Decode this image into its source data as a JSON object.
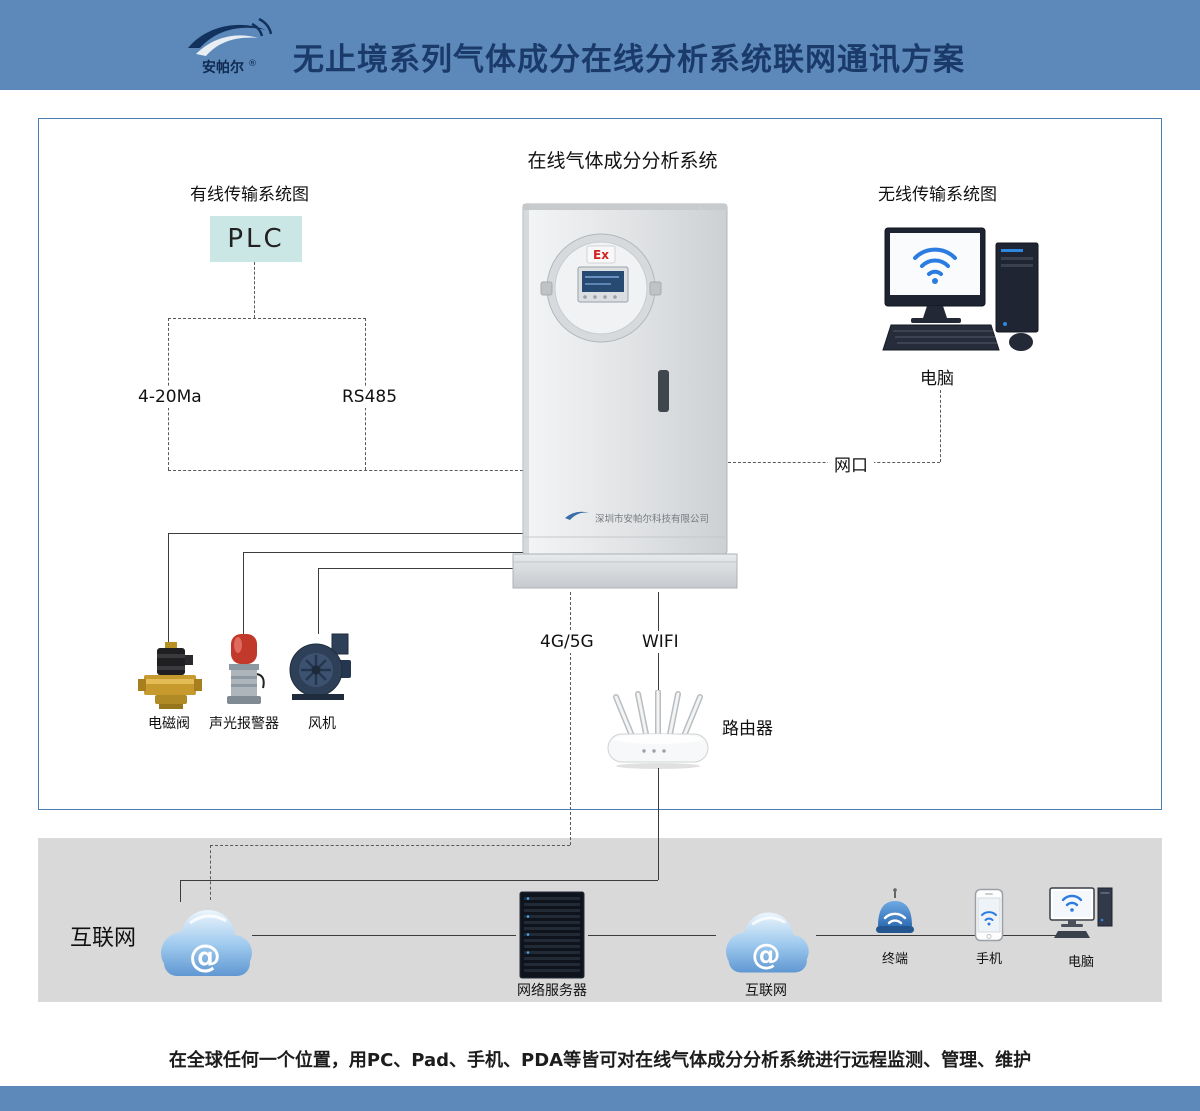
{
  "header": {
    "logo_text": "安帕尔",
    "logo_reg": "®",
    "title": "无止境系列气体成分在线分析系统联网通讯方案"
  },
  "diagram": {
    "system_title": "在线气体成分分析系统",
    "wired_section_label": "有线传输系统图",
    "wireless_section_label": "无线传输系统图",
    "plc_label": "PLC",
    "analog_signal_label": "4-20Ma",
    "rs485_label": "RS485",
    "lan_port_label": "网口",
    "computer_label": "电脑",
    "cellular_label": "4G/5G",
    "wifi_label": "WIFI",
    "router_label": "路由器",
    "cabinet": {
      "ex_mark": "Ex",
      "company_name": "深圳市安帕尔科技有限公司"
    },
    "devices": [
      {
        "label": "电磁阀"
      },
      {
        "label": "声光报警器"
      },
      {
        "label": "风机"
      }
    ]
  },
  "internet_band": {
    "internet_title": "互联网",
    "cloud1_symbol": "@",
    "cloud2_symbol": "@",
    "server_label": "网络服务器",
    "cloud2_label": "互联网",
    "terminal_label": "终端",
    "phone_label": "手机",
    "pc_label": "电脑"
  },
  "footer": {
    "description": "在全球任何一个位置，用PC、Pad、手机、PDA等皆可对在线气体成分分析系统进行远程监测、管理、维护"
  },
  "colors": {
    "header_blue": "#5d89ba",
    "frame_border": "#4b7db2",
    "plc_bg": "#cbe7e5",
    "band_gray": "#d9d9d9",
    "wifi_blue": "#2b7ce0",
    "ex_red": "#d22222"
  }
}
